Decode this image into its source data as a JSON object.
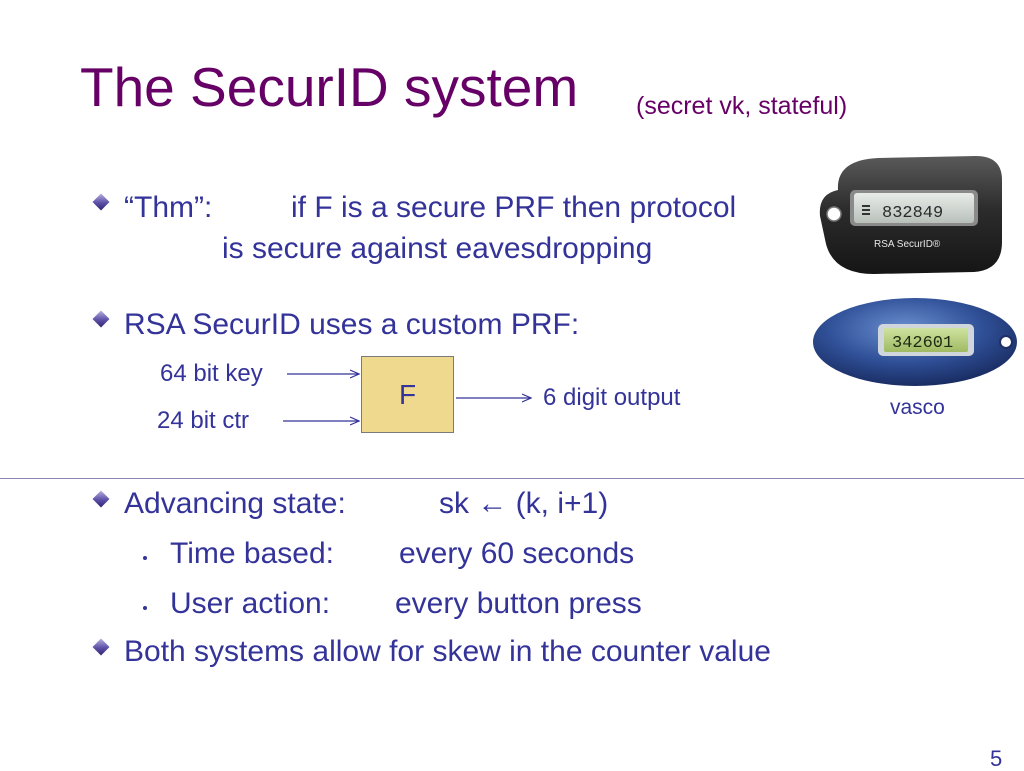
{
  "slide": {
    "title": "The SecurID system",
    "subtitle": "(secret vk,   stateful)",
    "page_number": "5"
  },
  "bullets": {
    "thm_label": "“Thm”:",
    "thm_line1": "if F is a secure PRF then protocol",
    "thm_line2": "is secure against eavesdropping",
    "rsa_line": "RSA SecurID uses a custom PRF:",
    "advancing_label": "Advancing state:",
    "advancing_value": "sk ← (k, i+1)",
    "time_label": "Time based:",
    "time_value": "every 60 seconds",
    "user_label": "User action:",
    "user_value": "every button press",
    "skew_line": "Both systems allow for skew in the counter value"
  },
  "diagram": {
    "input_key": "64 bit key",
    "input_ctr": "24 bit ctr",
    "function_label": "F",
    "output_label": "6 digit output"
  },
  "devices": {
    "rsa_display": "832849",
    "rsa_brand": "RSA SecurID®",
    "vasco_display": "342601",
    "vasco_caption": "vasco"
  },
  "colors": {
    "title": "#660066",
    "body_text": "#333399",
    "f_box_fill": "#efd98f",
    "bullet_diamond": "#5d50a8"
  }
}
